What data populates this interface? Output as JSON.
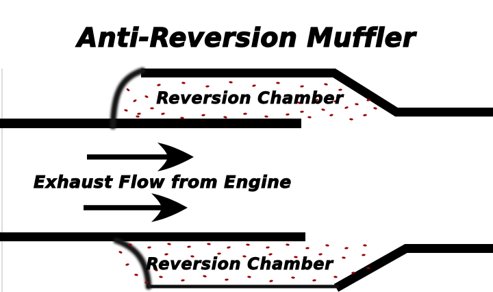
{
  "title": "Anti-Reversion Muffler",
  "labels": {
    "top_chamber": "Reversion Chamber",
    "bottom_chamber": "Reversion Chamber",
    "flow": "Exhaust Flow from Engine"
  },
  "colors": {
    "ink": "#000000",
    "dot": "#990000",
    "background": "#ffffff",
    "shell_brush": "#1a1a1a",
    "scan_artifact": "#dcdcdc"
  },
  "diagram": {
    "type": "muffler-cross-section",
    "description_visible_elements": "inlet pipe, outer shell, outlet cone, two reversion chambers speckled with exhaust particles, two flow arrows",
    "top_chamber_dots": [
      [
        232,
        124,
        -12
      ],
      [
        268,
        121,
        8
      ],
      [
        303,
        126,
        -5
      ],
      [
        337,
        120,
        10
      ],
      [
        371,
        125,
        -14
      ],
      [
        406,
        121,
        6
      ],
      [
        441,
        126,
        -8
      ],
      [
        476,
        123,
        12
      ],
      [
        497,
        131,
        -6
      ],
      [
        187,
        131,
        40
      ],
      [
        197,
        147,
        -30
      ],
      [
        184,
        161,
        15
      ],
      [
        203,
        166,
        -10
      ],
      [
        214,
        141,
        25
      ],
      [
        222,
        158,
        0
      ],
      [
        201,
        170,
        8
      ],
      [
        238,
        166,
        -12
      ],
      [
        266,
        172,
        5
      ],
      [
        297,
        168,
        -8
      ],
      [
        329,
        171,
        12
      ],
      [
        358,
        166,
        -5
      ],
      [
        389,
        170,
        9
      ],
      [
        420,
        167,
        -10
      ],
      [
        452,
        171,
        6
      ],
      [
        484,
        168,
        -14
      ],
      [
        437,
        150,
        20
      ],
      [
        462,
        146,
        -15
      ],
      [
        490,
        148,
        10
      ],
      [
        506,
        157,
        -20
      ],
      [
        472,
        160,
        15
      ],
      [
        441,
        163,
        -5
      ],
      [
        521,
        152,
        8
      ],
      [
        538,
        146,
        -12
      ],
      [
        513,
        174,
        5
      ],
      [
        533,
        168,
        -8
      ],
      [
        548,
        158,
        14
      ]
    ],
    "bottom_chamber_dots": [
      [
        190,
        357,
        10
      ],
      [
        218,
        361,
        -8
      ],
      [
        247,
        356,
        12
      ],
      [
        276,
        360,
        -5
      ],
      [
        305,
        356,
        8
      ],
      [
        334,
        361,
        -12
      ],
      [
        362,
        357,
        5
      ],
      [
        391,
        361,
        -8
      ],
      [
        420,
        357,
        10
      ],
      [
        449,
        362,
        -6
      ],
      [
        478,
        358,
        8
      ],
      [
        506,
        362,
        -10
      ],
      [
        533,
        358,
        6
      ],
      [
        176,
        368,
        25
      ],
      [
        186,
        386,
        -15
      ],
      [
        199,
        401,
        10
      ],
      [
        214,
        412,
        -8
      ],
      [
        228,
        394,
        15
      ],
      [
        243,
        371,
        -10
      ],
      [
        281,
        374,
        8
      ],
      [
        320,
        370,
        -6
      ],
      [
        357,
        374,
        10
      ],
      [
        395,
        371,
        -12
      ],
      [
        432,
        375,
        6
      ],
      [
        468,
        371,
        -8
      ],
      [
        502,
        376,
        10
      ],
      [
        531,
        372,
        -5
      ],
      [
        235,
        404,
        8
      ],
      [
        267,
        409,
        -10
      ],
      [
        299,
        403,
        12
      ],
      [
        331,
        408,
        -6
      ],
      [
        364,
        404,
        8
      ],
      [
        396,
        410,
        -12
      ],
      [
        428,
        405,
        5
      ],
      [
        459,
        409,
        -8
      ],
      [
        490,
        404,
        10
      ],
      [
        516,
        398,
        -6
      ],
      [
        538,
        391,
        8
      ]
    ]
  }
}
